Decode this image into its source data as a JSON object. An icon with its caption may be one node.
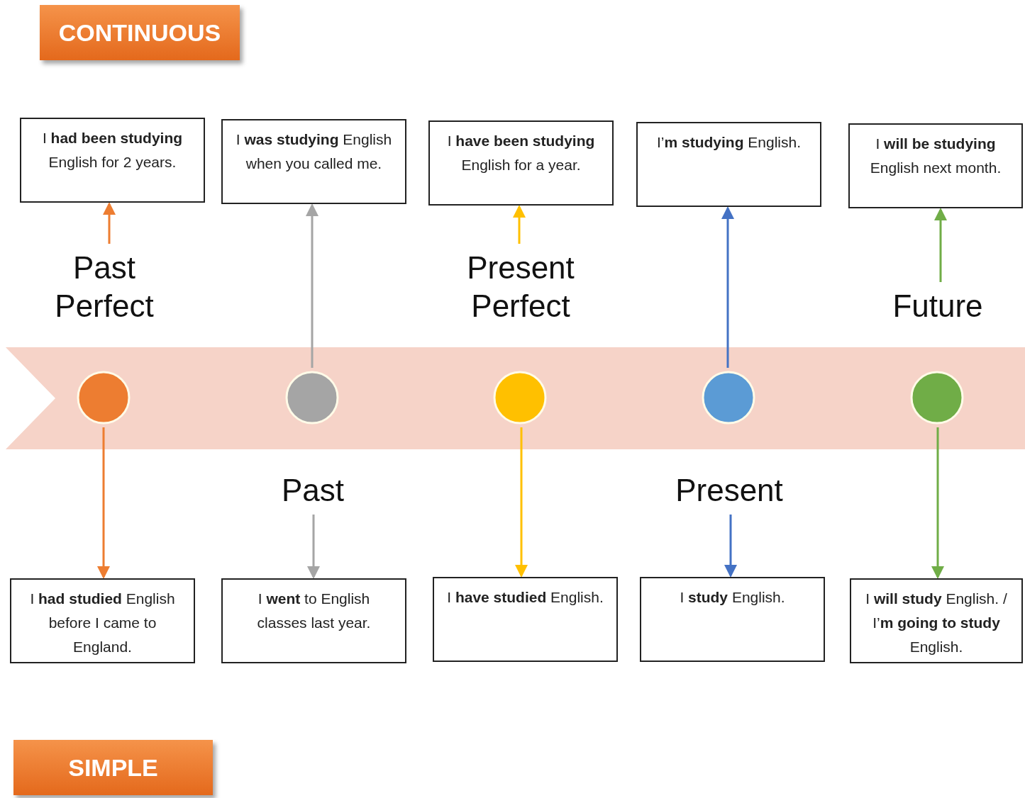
{
  "diagram": {
    "nodes": [
      {
        "text": [
          "CONTINUOUS"
        ]
      },
      {
        "text": [
          "I **had been studying** English for 2 years."
        ]
      },
      {
        "text": [
          "I **was studying** English when you called me."
        ]
      },
      {
        "text": [
          "I **have been studying** English for a year."
        ]
      },
      {
        "text": [
          "I’**m studying** English."
        ]
      },
      {
        "text": [
          "I **will be studying** English next month."
        ]
      },
      {
        "text": [
          "Past Perfect"
        ]
      },
      {
        "text": [
          "Present Perfect"
        ]
      },
      {
        "text": [
          "Future"
        ]
      },
      {
        "text": [],
        "shape": "circle"
      },
      {
        "text": [],
        "shape": "circle"
      },
      {
        "text": [],
        "shape": "circle"
      },
      {
        "text": [],
        "shape": "circle"
      },
      {
        "text": [],
        "shape": "circle"
      },
      {
        "text": [
          "Past"
        ]
      },
      {
        "text": [
          "Present"
        ]
      },
      {
        "text": [
          "I **had studied** English before I came to England."
        ]
      },
      {
        "text": [
          "I **went** to English classes last year."
        ]
      },
      {
        "text": [
          "I **have studied** English."
        ]
      },
      {
        "text": [
          "I **study** English."
        ]
      },
      {
        "text": [
          "I **will study** English. / I’**m going to study** English."
        ]
      },
      {
        "text": [
          "SIMPLE"
        ]
      }
    ],
    "edges": [
      {
        "from": 6,
        "to": 1,
        "arrow": "to",
        "color": "#ed7d31"
      },
      {
        "from": 10,
        "to": 2,
        "arrow": "to",
        "color": "#a5a5a5"
      },
      {
        "from": 7,
        "to": 3,
        "arrow": "to",
        "color": "#ffc000"
      },
      {
        "from": 12,
        "to": 4,
        "arrow": "to",
        "color": "#4472c4"
      },
      {
        "from": 8,
        "to": 5,
        "arrow": "to",
        "color": "#70ad47"
      },
      {
        "from": 9,
        "to": 16,
        "arrow": "to",
        "color": "#ed7d31"
      },
      {
        "from": 14,
        "to": 17,
        "arrow": "to",
        "color": "#a5a5a5"
      },
      {
        "from": 11,
        "to": 18,
        "arrow": "to",
        "color": "#ffc000"
      },
      {
        "from": 15,
        "to": 19,
        "arrow": "to",
        "color": "#4472c4"
      },
      {
        "from": 13,
        "to": 20,
        "arrow": "to",
        "color": "#70ad47"
      }
    ]
  }
}
